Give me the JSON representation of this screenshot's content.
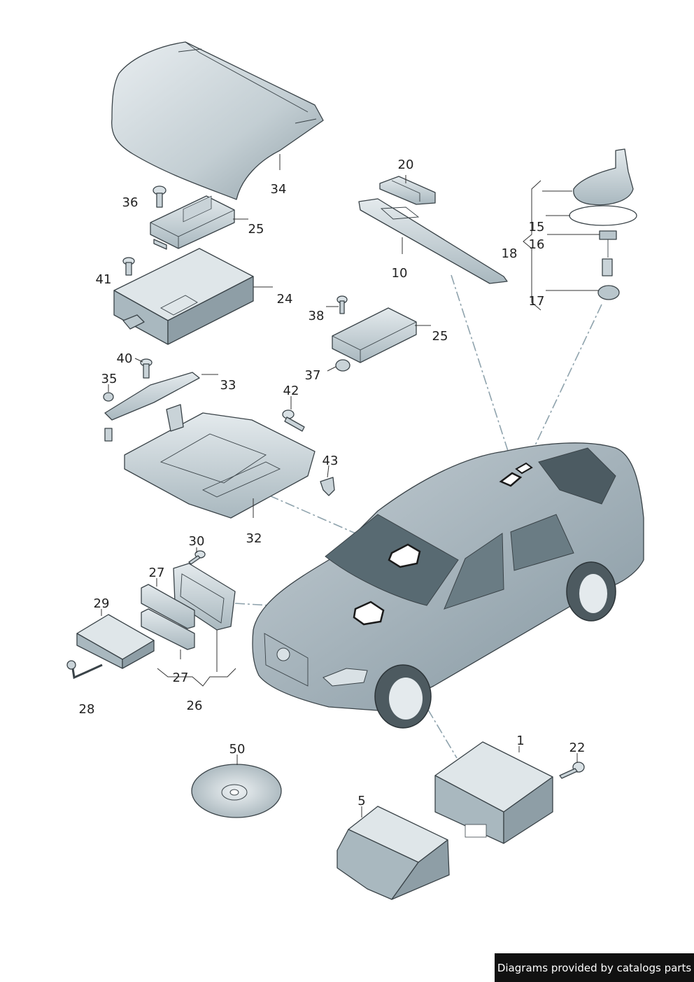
{
  "colors": {
    "part_light": "#d9e1e5",
    "part_mid": "#b9c6cc",
    "part_dark": "#8e9ea6",
    "car_body": "#a8b6be",
    "car_dark": "#6c7c85",
    "glass": "#586a72",
    "leader_dash": "#8fa3ad"
  },
  "callouts": [
    {
      "id": "1",
      "label": "1"
    },
    {
      "id": "5",
      "label": "5"
    },
    {
      "id": "10",
      "label": "10"
    },
    {
      "id": "15",
      "label": "15"
    },
    {
      "id": "16",
      "label": "16"
    },
    {
      "id": "17",
      "label": "17"
    },
    {
      "id": "18",
      "label": "18"
    },
    {
      "id": "20",
      "label": "20"
    },
    {
      "id": "22",
      "label": "22"
    },
    {
      "id": "24",
      "label": "24"
    },
    {
      "id": "25a",
      "label": "25"
    },
    {
      "id": "25b",
      "label": "25"
    },
    {
      "id": "26",
      "label": "26"
    },
    {
      "id": "27a",
      "label": "27"
    },
    {
      "id": "27b",
      "label": "27"
    },
    {
      "id": "28",
      "label": "28"
    },
    {
      "id": "29",
      "label": "29"
    },
    {
      "id": "30",
      "label": "30"
    },
    {
      "id": "32",
      "label": "32"
    },
    {
      "id": "33",
      "label": "33"
    },
    {
      "id": "34",
      "label": "34"
    },
    {
      "id": "35",
      "label": "35"
    },
    {
      "id": "36",
      "label": "36"
    },
    {
      "id": "37",
      "label": "37"
    },
    {
      "id": "38",
      "label": "38"
    },
    {
      "id": "40",
      "label": "40"
    },
    {
      "id": "41",
      "label": "41"
    },
    {
      "id": "42",
      "label": "42"
    },
    {
      "id": "43",
      "label": "43"
    },
    {
      "id": "50",
      "label": "50"
    }
  ],
  "credit": "Diagrams provided by catalogs parts"
}
